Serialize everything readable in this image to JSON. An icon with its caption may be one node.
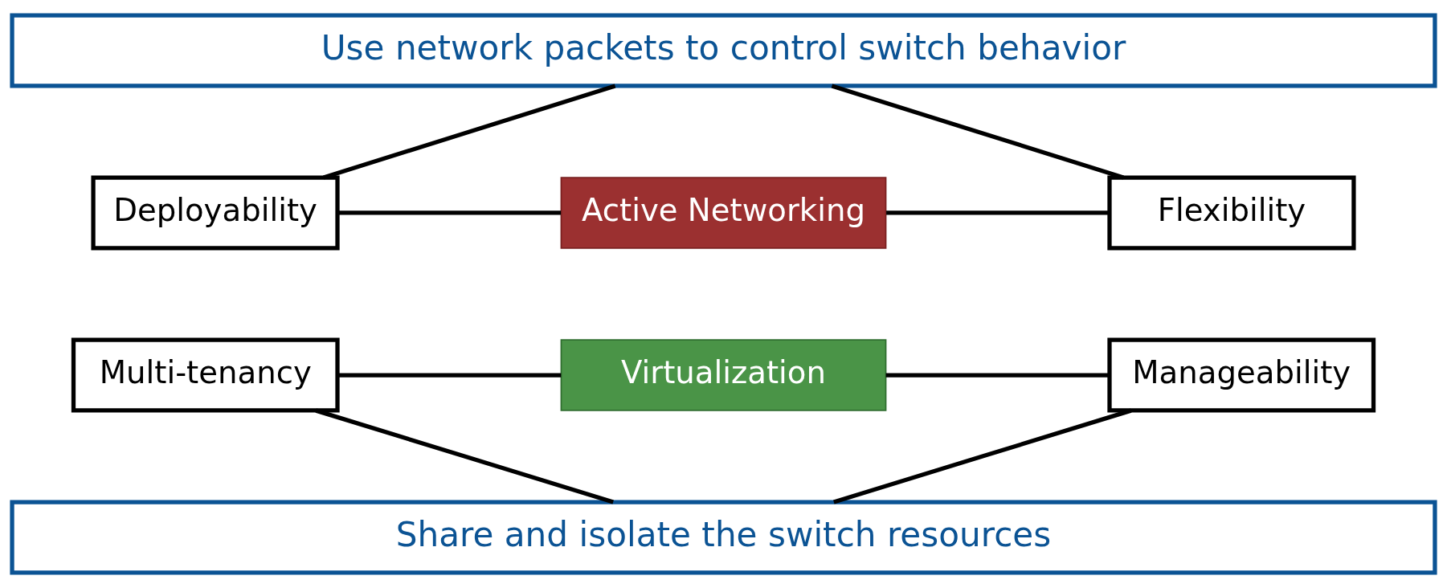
{
  "diagram": {
    "nodes": [
      {
        "text": [
          "Use network packets to control switch behavior"
        ]
      },
      {
        "text": [
          "Deployability"
        ]
      },
      {
        "text": [
          "Active Networking"
        ]
      },
      {
        "text": [
          "Flexibility"
        ]
      },
      {
        "text": [
          "Multi-tenancy"
        ]
      },
      {
        "text": [
          "Virtualization"
        ]
      },
      {
        "text": [
          "Manageability"
        ]
      },
      {
        "text": [
          "Share and isolate the switch resources"
        ]
      }
    ],
    "edges": [
      {
        "from": 0,
        "to": 1,
        "arrow": "none"
      },
      {
        "from": 0,
        "to": 3,
        "arrow": "none"
      },
      {
        "from": 1,
        "to": 2,
        "arrow": "none"
      },
      {
        "from": 2,
        "to": 3,
        "arrow": "none"
      },
      {
        "from": 4,
        "to": 5,
        "arrow": "none"
      },
      {
        "from": 5,
        "to": 6,
        "arrow": "none"
      },
      {
        "from": 4,
        "to": 7,
        "arrow": "none"
      },
      {
        "from": 6,
        "to": 7,
        "arrow": "none"
      }
    ]
  }
}
